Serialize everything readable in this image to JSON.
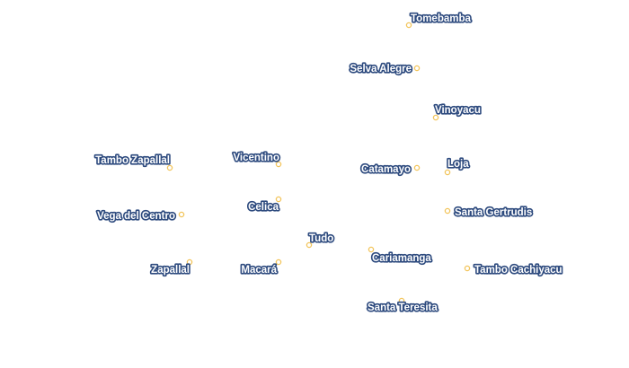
{
  "map": {
    "marker_color": "#f2c45a",
    "label_fill": "#ffffff",
    "label_halo": "#2d4a7e",
    "places": [
      {
        "name": "Tomebamba"
      },
      {
        "name": "Selva Alegre"
      },
      {
        "name": "Vinoyacu"
      },
      {
        "name": "Tambo Zapallal"
      },
      {
        "name": "Vicentino"
      },
      {
        "name": "Catamayo"
      },
      {
        "name": "Loja"
      },
      {
        "name": "Celica"
      },
      {
        "name": "Vega del Centro"
      },
      {
        "name": "Santa Gertrudis"
      },
      {
        "name": "Tudo"
      },
      {
        "name": "Cariamanga"
      },
      {
        "name": "Zapallal"
      },
      {
        "name": "Macará"
      },
      {
        "name": "Tambo Cachiyacu"
      },
      {
        "name": "Santa Teresita"
      }
    ]
  }
}
